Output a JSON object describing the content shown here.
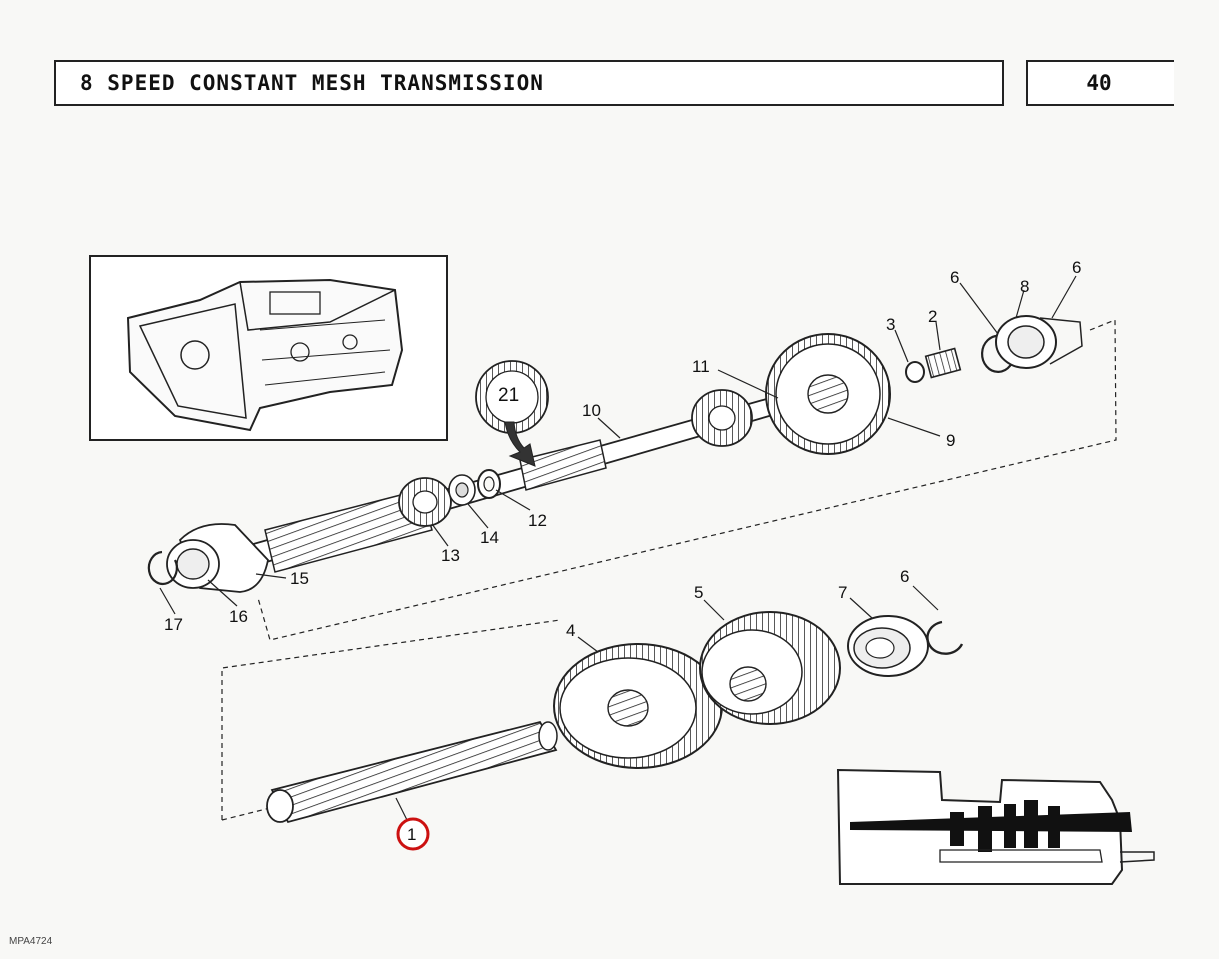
{
  "header": {
    "title": "8 SPEED CONSTANT MESH TRANSMISSION",
    "page_number": "40"
  },
  "callouts": {
    "c1": "1",
    "c2": "2",
    "c3": "3",
    "c4": "4",
    "c5": "5",
    "c6a": "6",
    "c6b": "6",
    "c6c": "6",
    "c7": "7",
    "c8": "8",
    "c9": "9",
    "c10": "10",
    "c11": "11",
    "c12": "12",
    "c13": "13",
    "c14": "14",
    "c15": "15",
    "c16": "16",
    "c17": "17",
    "c21": "21"
  },
  "footer": {
    "reference_code": "MPA4724"
  },
  "colors": {
    "highlight": "#cc1111",
    "line": "#222222"
  }
}
